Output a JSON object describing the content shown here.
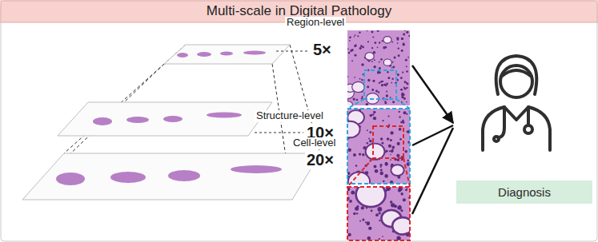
{
  "diagram": {
    "title": "Multi-scale in Digital Pathology",
    "nodes": [
      {
        "text": [
          "Diagnosis"
        ]
      }
    ],
    "labels": [
      "Region-level",
      "5×",
      "Structure-level",
      "10×",
      "Cell-level",
      "20×"
    ]
  }
}
